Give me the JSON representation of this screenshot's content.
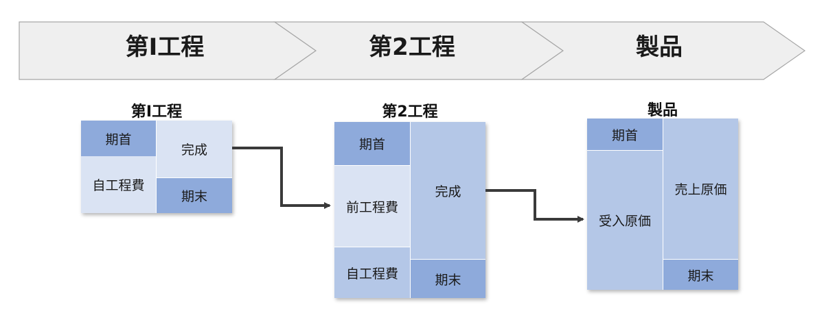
{
  "header": {
    "stages": [
      "第Ⅰ工程",
      "第2工程",
      "製品"
    ]
  },
  "accounts": {
    "process1": {
      "title": "第Ⅰ工程",
      "debit": [
        "期首",
        "自工程費"
      ],
      "credit": [
        "完成",
        "期末"
      ]
    },
    "process2": {
      "title": "第2工程",
      "debit": [
        "期首",
        "前工程費",
        "自工程費"
      ],
      "credit": [
        "完成",
        "期末"
      ]
    },
    "product": {
      "title": "製品",
      "debit": [
        "期首",
        "受入原価"
      ],
      "credit": [
        "売上原価",
        "期末"
      ]
    }
  },
  "colors": {
    "chevron_fill": "#efefef",
    "chevron_stroke": "#a6a6a6",
    "dark_cell": "#8eaadb",
    "mid_cell": "#b4c7e7",
    "light_cell": "#dae3f3",
    "arrow": "#3a3a3a"
  }
}
